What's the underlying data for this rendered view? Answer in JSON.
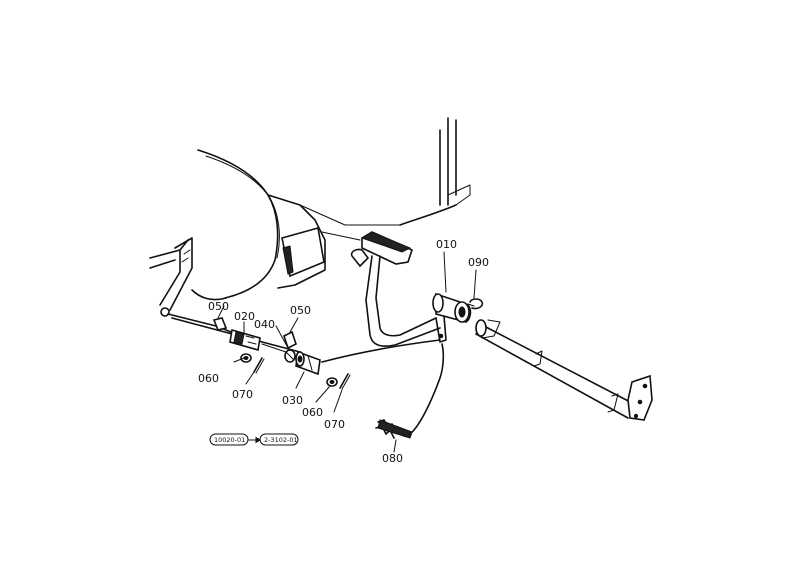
{
  "parts": [
    {
      "id": "p010",
      "label": "010"
    },
    {
      "id": "p020",
      "label": "020"
    },
    {
      "id": "p030",
      "label": "030"
    },
    {
      "id": "p040",
      "label": "040"
    },
    {
      "id": "p050a",
      "label": "050"
    },
    {
      "id": "p050b",
      "label": "050"
    },
    {
      "id": "p060a",
      "label": "060"
    },
    {
      "id": "p060b",
      "label": "060"
    },
    {
      "id": "p070a",
      "label": "070"
    },
    {
      "id": "p070b",
      "label": "070"
    },
    {
      "id": "p080",
      "label": "080"
    },
    {
      "id": "p090",
      "label": "090"
    }
  ],
  "reference": {
    "from": "10020-01",
    "to": "2-3102-01"
  },
  "colors": {
    "ink": "#111111",
    "paper": "#ffffff"
  }
}
